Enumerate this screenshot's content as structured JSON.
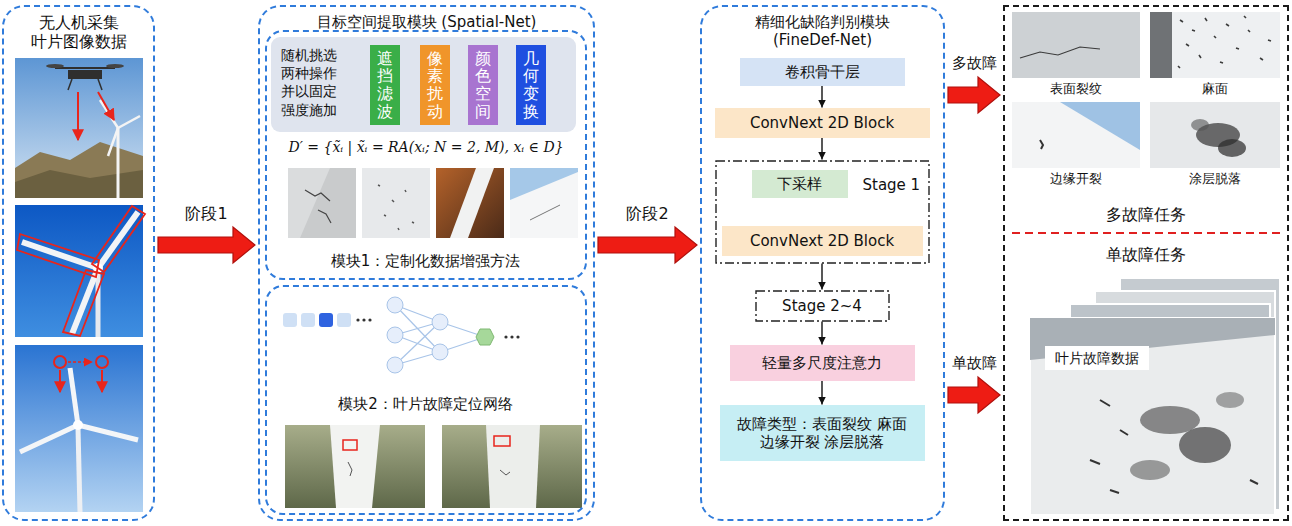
{
  "diagram": {
    "nodes": [
      {
        "text": [
          "无人机采集 叶片图像数据"
        ]
      },
      {
        "text": [
          "目标空间提取模块 (Spatial-Net)"
        ]
      },
      {
        "text": [
          "模块1：定制化数据增强方法"
        ],
        "in": 1
      },
      {
        "text": [
          "随机挑选两种操作并以固定强度施加"
        ],
        "in": 2
      },
      {
        "text": [
          "遮挡滤波"
        ],
        "in": 3
      },
      {
        "text": [
          "像素扰动"
        ],
        "in": 3
      },
      {
        "text": [
          "颜色空间"
        ],
        "in": 3
      },
      {
        "text": [
          "几何变换"
        ],
        "in": 3
      },
      {
        "text": [
          "模块2：叶片故障定位网络"
        ],
        "in": 1
      },
      {
        "text": [
          "精细化缺陷判别模块 (FineDef-Net)"
        ]
      },
      {
        "text": [
          "卷积骨干层"
        ],
        "in": 9
      },
      {
        "text": [
          "ConvNext 2D Block"
        ],
        "in": 9
      },
      {
        "text": [
          "Stage 1"
        ],
        "in": 9
      },
      {
        "text": [
          "下采样"
        ],
        "in": 12
      },
      {
        "text": [
          "ConvNext 2D Block"
        ],
        "in": 12
      },
      {
        "text": [
          "Stage 2~4"
        ],
        "in": 9
      },
      {
        "text": [
          "轻量多尺度注意力"
        ],
        "in": 9
      },
      {
        "text": [
          "故障类型：表面裂纹 麻面 边缘开裂 涂层脱落"
        ],
        "in": 9
      },
      {
        "text": [
          "多故障任务",
          "单故障任务"
        ]
      },
      {
        "text": [
          "叶片故障数据"
        ],
        "in": 18
      }
    ],
    "edges": [
      {
        "from": 0,
        "to": 1,
        "arrow": "to",
        "label": "阶段1"
      },
      {
        "from": 1,
        "to": 9,
        "arrow": "to",
        "label": "阶段2"
      },
      {
        "from": 9,
        "to": 18,
        "arrow": "to",
        "label": "多故障"
      },
      {
        "from": 9,
        "to": 18,
        "arrow": "to",
        "label": "单故障"
      },
      {
        "from": 10,
        "to": 11,
        "arrow": "to"
      },
      {
        "from": 11,
        "to": 12,
        "arrow": "to"
      },
      {
        "from": 12,
        "to": 15,
        "arrow": "to"
      },
      {
        "from": 15,
        "to": 16,
        "arrow": "to"
      },
      {
        "from": 16,
        "to": 17,
        "arrow": "to"
      }
    ],
    "labels": [
      "D′ = {x̃ᵢ | x̃ᵢ = RA(xᵢ; N = 2, M), xᵢ ∈ D}",
      "表面裂纹",
      "麻面",
      "边缘开裂",
      "涂层脱落"
    ]
  }
}
